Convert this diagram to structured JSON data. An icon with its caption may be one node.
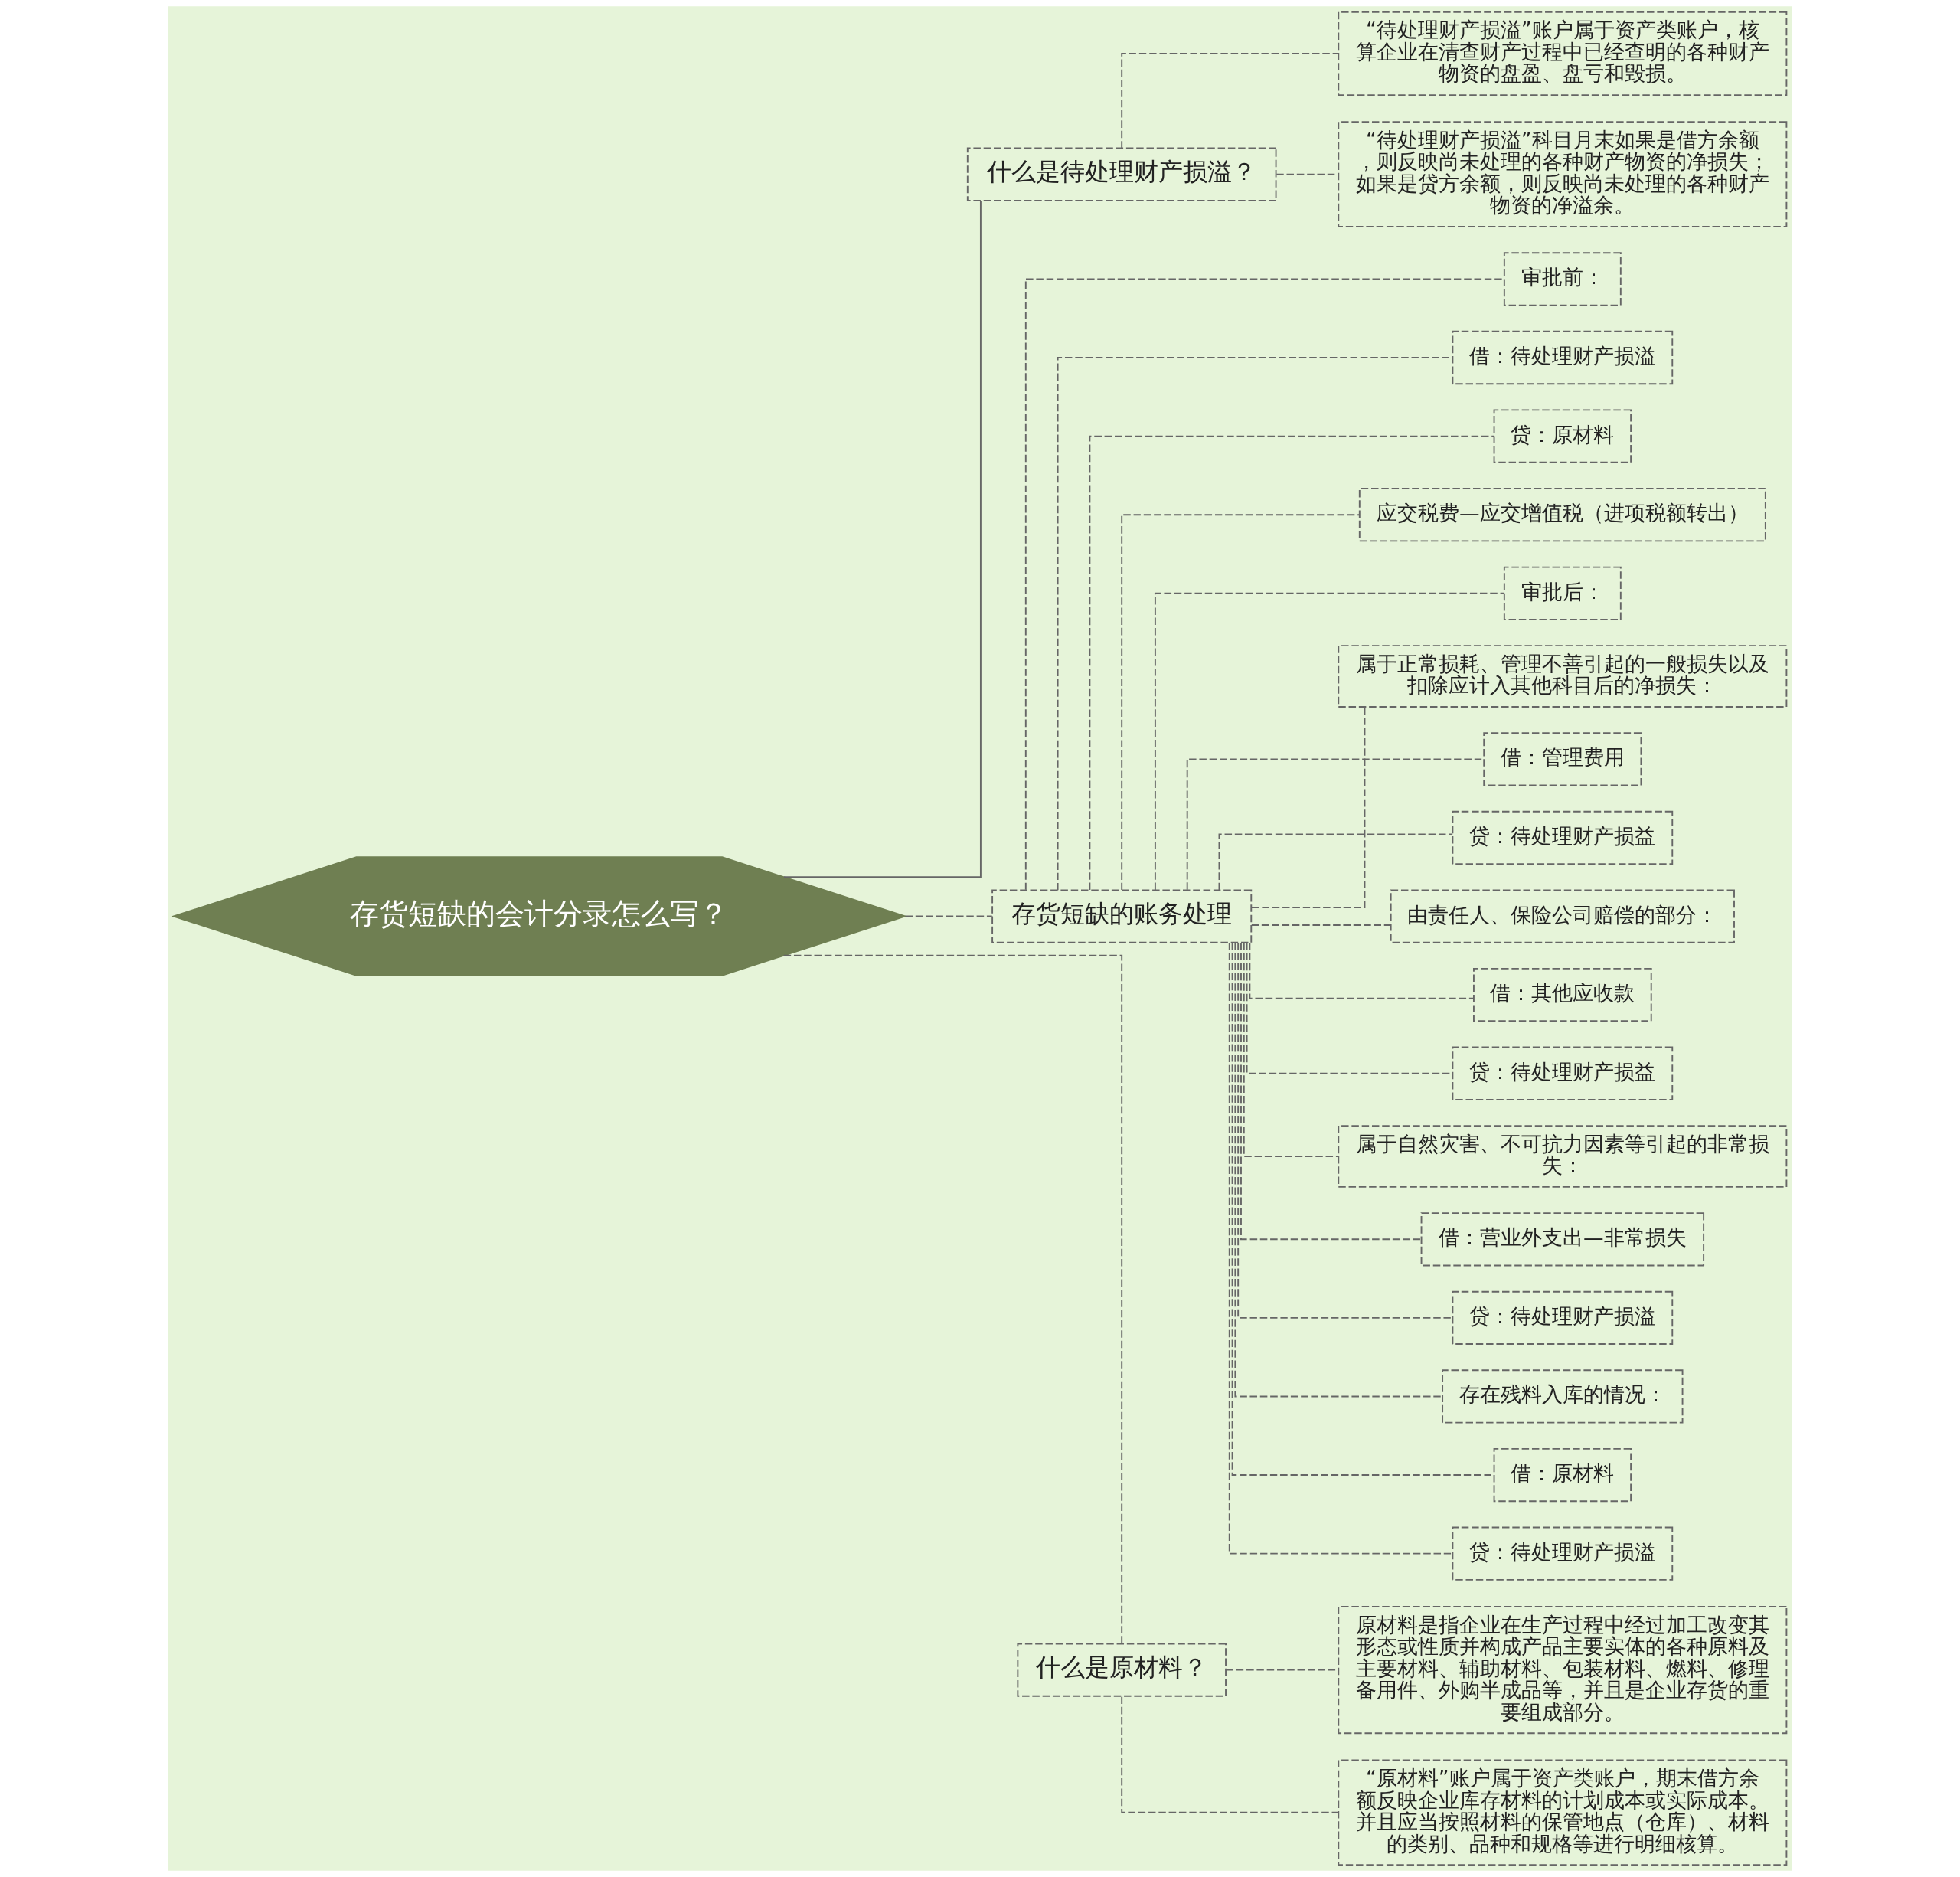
{
  "diagram": {
    "nodes": [
      {
        "text": [
          "存货短缺的会计分录怎么写？"
        ]
      },
      {
        "text": [
          "什么是待处理财产损溢？"
        ]
      },
      {
        "text": [
          "“待处理财产损溢”账户属于资产类账户，核算企业在清查财产过程中已经查明的各种财产物资的盘盈、盘亏和毁损。"
        ]
      },
      {
        "text": [
          "“待处理财产损溢”科目月末如果是借方余额，则反映尚未处理的各种财产物资的净损失；如果是贷方余额，则反映尚未处理的各种财产物资的净溢余。"
        ]
      },
      {
        "text": [
          "存货短缺的账务处理"
        ]
      },
      {
        "text": [
          "审批前："
        ]
      },
      {
        "text": [
          "借：待处理财产损溢"
        ]
      },
      {
        "text": [
          "贷：原材料"
        ]
      },
      {
        "text": [
          "应交税费—应交增值税（进项税额转出）"
        ]
      },
      {
        "text": [
          "审批后："
        ]
      },
      {
        "text": [
          "属于正常损耗、管理不善引起的一般损失以及扣除应计入其他科目后的净损失："
        ]
      },
      {
        "text": [
          "借：管理费用"
        ]
      },
      {
        "text": [
          "贷：待处理财产损益"
        ]
      },
      {
        "text": [
          "由责任人、保险公司赔偿的部分："
        ]
      },
      {
        "text": [
          "借：其他应收款"
        ]
      },
      {
        "text": [
          "贷：待处理财产损益"
        ]
      },
      {
        "text": [
          "属于自然灾害、不可抗力因素等引起的非常损失："
        ]
      },
      {
        "text": [
          "借：营业外支出—非常损失"
        ]
      },
      {
        "text": [
          "贷：待处理财产损溢"
        ]
      },
      {
        "text": [
          "存在残料入库的情况："
        ]
      },
      {
        "text": [
          "借：原材料"
        ]
      },
      {
        "text": [
          "贷：待处理财产损溢"
        ]
      },
      {
        "text": [
          "什么是原材料？"
        ]
      },
      {
        "text": [
          "原材料是指企业在生产过程中经过加工改变其形态或性质并构成产品主要实体的各种原料及主要材料、辅助材料、包装材料、燃料、修理备用件、外购半成品等，并且是企业存货的重要组成部分。"
        ]
      },
      {
        "text": [
          "“原材料”账户属于资产类账户，期末借方余额反映企业库存材料的计划成本或实际成本。并且应当按照材料的保管地点（仓库）、材料的类别、品种和规格等进行明细核算。"
        ]
      }
    ],
    "edges": [
      {
        "from": 0,
        "to": 1,
        "arrow": "none"
      },
      {
        "from": 1,
        "to": 2,
        "arrow": "none",
        "style": "dashed"
      },
      {
        "from": 1,
        "to": 3,
        "arrow": "none",
        "style": "dashed"
      },
      {
        "from": 0,
        "to": 4,
        "arrow": "none",
        "style": "dashed"
      },
      {
        "from": 4,
        "to": 5,
        "arrow": "none",
        "style": "dashed"
      },
      {
        "from": 4,
        "to": 6,
        "arrow": "none",
        "style": "dashed"
      },
      {
        "from": 4,
        "to": 7,
        "arrow": "none",
        "style": "dashed"
      },
      {
        "from": 4,
        "to": 8,
        "arrow": "none",
        "style": "dashed"
      },
      {
        "from": 4,
        "to": 9,
        "arrow": "none",
        "style": "dashed"
      },
      {
        "from": 4,
        "to": 10,
        "arrow": "none",
        "style": "dashed"
      },
      {
        "from": 4,
        "to": 11,
        "arrow": "none",
        "style": "dashed"
      },
      {
        "from": 4,
        "to": 12,
        "arrow": "none",
        "style": "dashed"
      },
      {
        "from": 4,
        "to": 13,
        "arrow": "none",
        "style": "dashed"
      },
      {
        "from": 4,
        "to": 14,
        "arrow": "none",
        "style": "dashed"
      },
      {
        "from": 4,
        "to": 15,
        "arrow": "none",
        "style": "dashed"
      },
      {
        "from": 4,
        "to": 16,
        "arrow": "none",
        "style": "dashed"
      },
      {
        "from": 4,
        "to": 17,
        "arrow": "none",
        "style": "dashed"
      },
      {
        "from": 4,
        "to": 18,
        "arrow": "none",
        "style": "dashed"
      },
      {
        "from": 4,
        "to": 19,
        "arrow": "none",
        "style": "dashed"
      },
      {
        "from": 4,
        "to": 20,
        "arrow": "none",
        "style": "dashed"
      },
      {
        "from": 4,
        "to": 21,
        "arrow": "none",
        "style": "dashed"
      },
      {
        "from": 0,
        "to": 22,
        "arrow": "none",
        "style": "dashed"
      },
      {
        "from": 22,
        "to": 23,
        "arrow": "none",
        "style": "dashed"
      },
      {
        "from": 22,
        "to": 24,
        "arrow": "none",
        "style": "dashed"
      }
    ]
  }
}
